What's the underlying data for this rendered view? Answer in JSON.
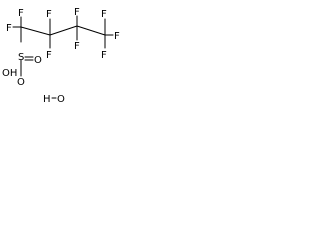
{
  "molecule": {
    "atoms": {
      "f1": "F",
      "f2": "F",
      "f3": "F",
      "f4": "F",
      "f5": "F",
      "f6": "F",
      "f7": "F",
      "f8": "F",
      "f9": "F",
      "s": "S",
      "o1": "O",
      "o2": "O",
      "oh": "OH"
    }
  },
  "water": {
    "h": "H",
    "o": "O"
  }
}
